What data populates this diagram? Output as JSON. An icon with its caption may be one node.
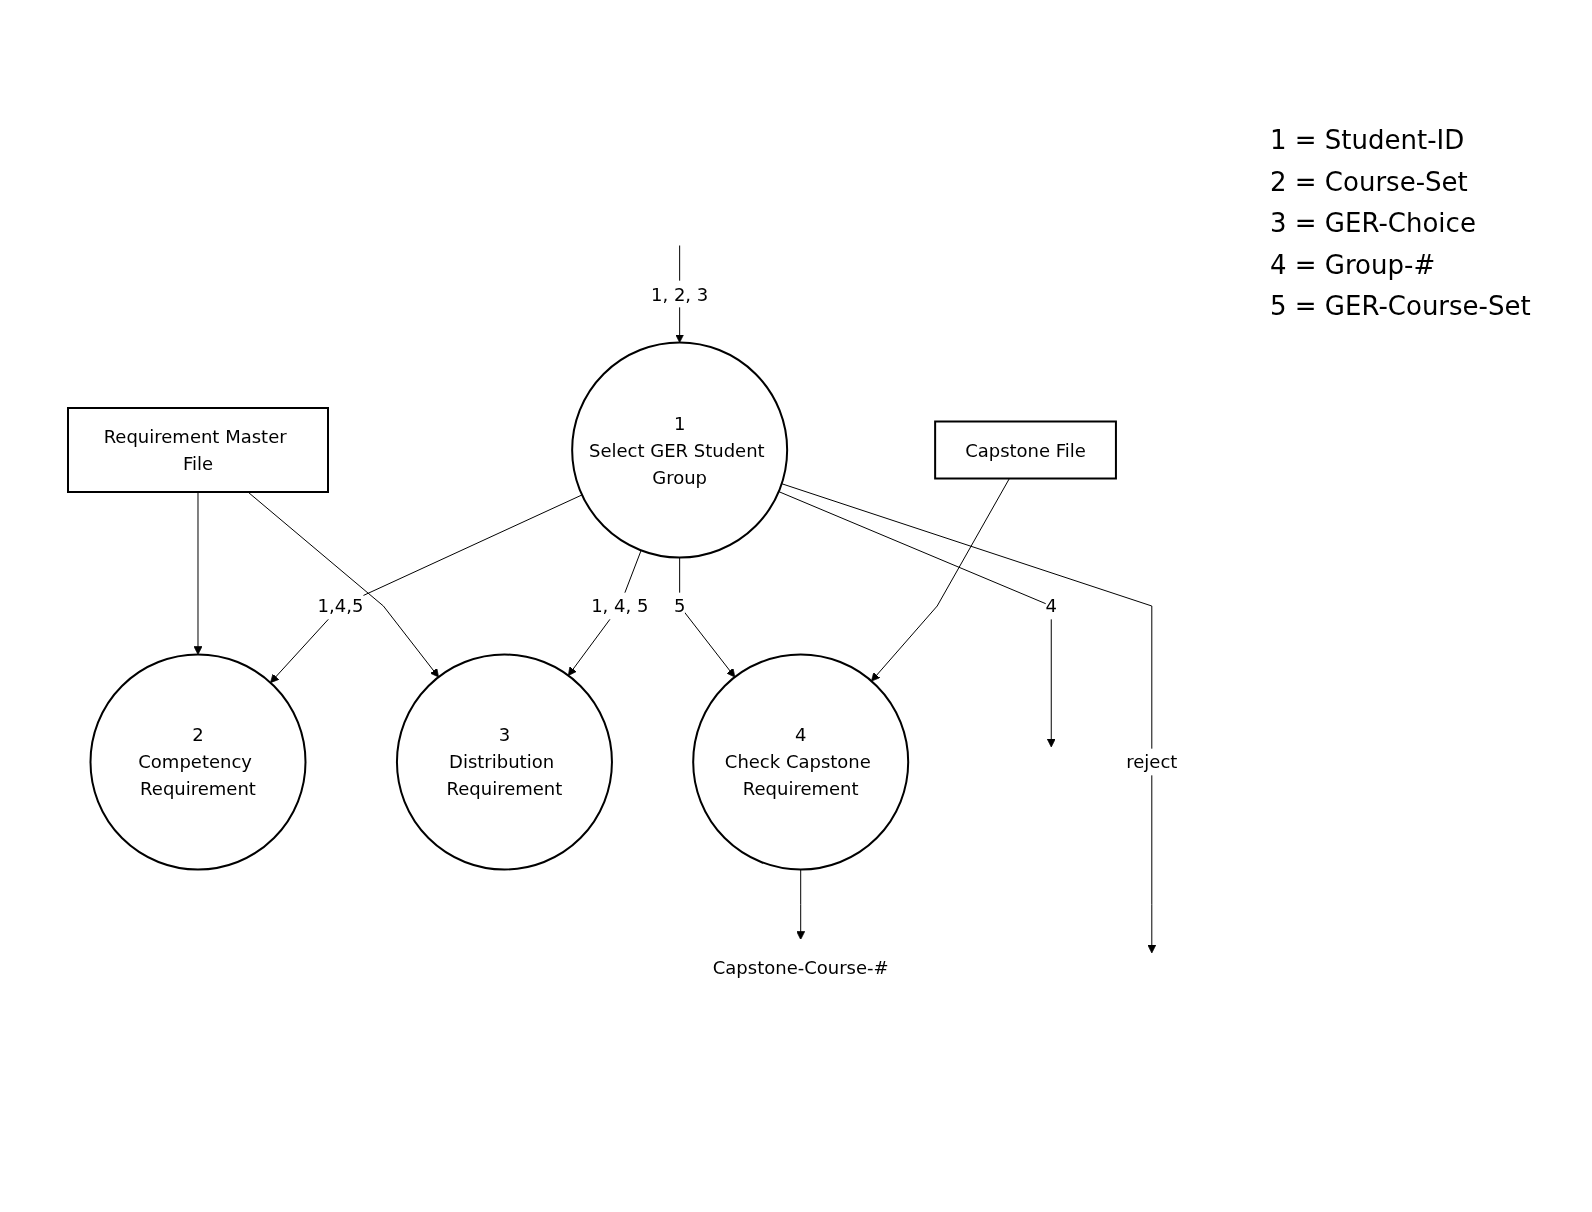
{
  "diagram": {
    "nodes": [
      {
        "text": [
          "Requirement Master File"
        ]
      },
      {
        "text": [
          "2",
          "Competency Requirement"
        ]
      },
      {
        "text": [
          "3",
          "Distribution Requirement"
        ]
      },
      {
        "text": [
          "4",
          "Check Capstone Requirement"
        ]
      },
      {
        "text": [
          "1",
          "Select GER Student Group"
        ]
      },
      {
        "text": [
          "Capstone File"
        ]
      },
      {
        "text": [
          "Capstone-Course-#"
        ]
      }
    ],
    "edges": [
      {
        "from": 0,
        "to": 1,
        "arrow": "to"
      },
      {
        "from": 0,
        "to": 2,
        "arrow": "to"
      },
      {
        "from": 4,
        "to": 2,
        "label": "1, 4, 5",
        "arrow": "to"
      },
      {
        "from": 4,
        "to": 3,
        "label": "5",
        "arrow": "to"
      },
      {
        "from": 4,
        "to": 1,
        "label": "1,4,5",
        "arrow": "to"
      },
      {
        "from": 5,
        "to": 3,
        "arrow": "to"
      },
      {
        "from": 3,
        "to": 6,
        "arrow": "to"
      },
      {
        "from": 4,
        "to": null,
        "label": "4",
        "arrow": "to"
      },
      {
        "from": 4,
        "to": null,
        "label": "reject",
        "arrow": "to"
      },
      {
        "from": null,
        "to": 4,
        "label": "1, 2, 3",
        "arrow": "to"
      }
    ],
    "labels": [
      "1 = Student-ID",
      "2 = Course-Set",
      "3 = GER-Choice",
      "4 = Group-#",
      "5 = GER-Course-Set"
    ]
  }
}
